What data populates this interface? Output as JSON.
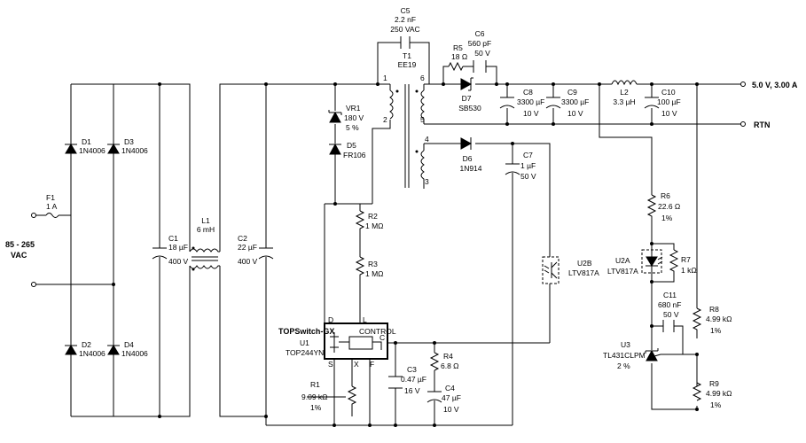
{
  "input": {
    "label_line1": "85 - 265",
    "label_line2": "VAC"
  },
  "output": {
    "positive": "5.0 V, 3.00 A",
    "return": "RTN"
  },
  "parts": {
    "F1": {
      "ref": "F1",
      "value": "1 A"
    },
    "D1": {
      "ref": "D1",
      "value": "1N4006"
    },
    "D2": {
      "ref": "D2",
      "value": "1N4006"
    },
    "D3": {
      "ref": "D3",
      "value": "1N4006"
    },
    "D4": {
      "ref": "D4",
      "value": "1N4006"
    },
    "C1": {
      "ref": "C1",
      "value": "18 µF",
      "rating": "400 V"
    },
    "L1": {
      "ref": "L1",
      "value": "6 mH"
    },
    "C2": {
      "ref": "C2",
      "value": "22 µF",
      "rating": "400 V"
    },
    "VR1": {
      "ref": "VR1",
      "value": "180 V",
      "tol": "5 %"
    },
    "D5": {
      "ref": "D5",
      "value": "FR106"
    },
    "R2": {
      "ref": "R2",
      "value": "1 MΩ"
    },
    "R3": {
      "ref": "R3",
      "value": "1 MΩ"
    },
    "U1": {
      "family": "TOPSwitch-GX",
      "ref": "U1",
      "value": "TOP244YN",
      "block": "CONTROL",
      "pins": {
        "D": "D",
        "L": "L",
        "C": "C",
        "S": "S",
        "X": "X",
        "F": "F"
      }
    },
    "R1": {
      "ref": "R1",
      "value": "9.09 kΩ",
      "tol": "1%"
    },
    "C3": {
      "ref": "C3",
      "value": "0.47 µF",
      "rating": "16 V"
    },
    "R4": {
      "ref": "R4",
      "value": "6.8 Ω"
    },
    "C4": {
      "ref": "C4",
      "value": "47 µF",
      "rating": "10 V"
    },
    "C5": {
      "ref": "C5",
      "value": "2.2 nF",
      "rating": "250 VAC"
    },
    "T1": {
      "ref": "T1",
      "value": "EE19",
      "pins": [
        "1",
        "2",
        "6",
        "5",
        "4",
        "3"
      ]
    },
    "R5": {
      "ref": "R5",
      "value": "18 Ω"
    },
    "C6": {
      "ref": "C6",
      "value": "560 pF",
      "rating": "50 V"
    },
    "D7": {
      "ref": "D7",
      "value": "SB530"
    },
    "D6": {
      "ref": "D6",
      "value": "1N914"
    },
    "C7": {
      "ref": "C7",
      "value": "1 µF",
      "rating": "50 V"
    },
    "C8": {
      "ref": "C8",
      "value": "3300 µF",
      "rating": "10 V"
    },
    "C9": {
      "ref": "C9",
      "value": "3300 µF",
      "rating": "10 V"
    },
    "L2": {
      "ref": "L2",
      "value": "3.3 µH"
    },
    "C10": {
      "ref": "C10",
      "value": "100 µF",
      "rating": "10 V"
    },
    "U2B": {
      "ref": "U2B",
      "value": "LTV817A"
    },
    "U2A": {
      "ref": "U2A",
      "value": "LTV817A"
    },
    "R6": {
      "ref": "R6",
      "value": "22.6 Ω",
      "tol": "1%"
    },
    "R7": {
      "ref": "R7",
      "value": "1 kΩ"
    },
    "C11": {
      "ref": "C11",
      "value": "680 nF",
      "rating": "50 V"
    },
    "U3": {
      "ref": "U3",
      "value": "TL431CLPM",
      "tol": "2 %"
    },
    "R8": {
      "ref": "R8",
      "value": "4.99 kΩ",
      "tol": "1%"
    },
    "R9": {
      "ref": "R9",
      "value": "4.99 kΩ",
      "tol": "1%"
    }
  }
}
